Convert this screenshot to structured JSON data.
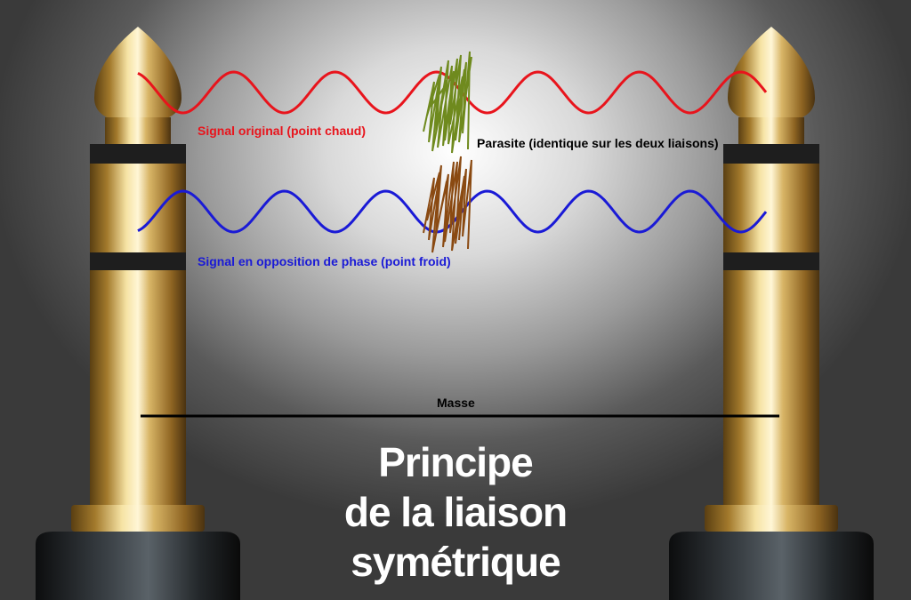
{
  "labels": {
    "hot_signal": "Signal original (point chaud)",
    "parasite": "Parasite (identique sur les deux liaisons)",
    "cold_signal": "Signal en opposition de phase (point froid)",
    "ground": "Masse"
  },
  "title": {
    "line1": "Principe",
    "line2": "de la liaison",
    "line3": "symétrique"
  },
  "colors": {
    "hot_signal": "#e8141c",
    "cold_signal": "#1a1ad6",
    "parasite_hot": "#6f8a1e",
    "parasite_cold": "#8a4a12",
    "ground": "#000000",
    "label_text": "#000000",
    "title_text": "#ffffff",
    "gold": "#c9a24a",
    "insulator": "#1e1e1e"
  },
  "icons": [
    "trs-jack-plug-icon",
    "trs-jack-plug-icon"
  ]
}
